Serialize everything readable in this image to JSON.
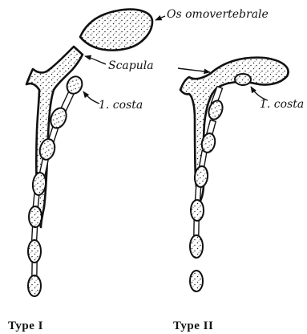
{
  "labels": {
    "os_omovertebrale": "Os omovertebrale",
    "scapula": "Scapula",
    "costa_left": "1. costa",
    "costa_right": "1. costa"
  },
  "captions": {
    "left": "Type I",
    "right": "Type II"
  },
  "colors": {
    "ink": "#111111",
    "paper": "#ffffff"
  }
}
